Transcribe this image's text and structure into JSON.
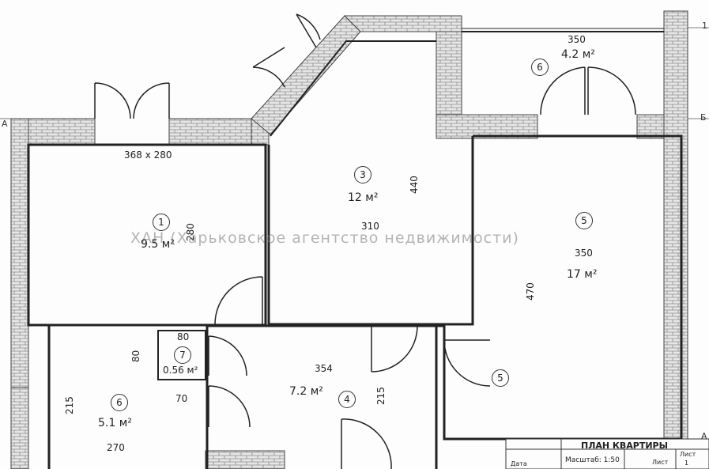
{
  "watermark": "ХАН (Харьковское агентство недвижимости)",
  "rooms": [
    {
      "id": "room-1",
      "number": "1",
      "area": "9.5 м²",
      "dims": "368 x 280",
      "side": "280"
    },
    {
      "id": "room-3",
      "number": "3",
      "area": "12 м²",
      "dim_h": "310",
      "dim_v": "440"
    },
    {
      "id": "room-5",
      "number": "5",
      "area": "17 м²",
      "dim_h": "350",
      "dim_v": "470"
    },
    {
      "id": "room-6-balcony",
      "number": "6",
      "area": "4.2 м²",
      "dim_h": "350"
    },
    {
      "id": "room-7",
      "number": "7",
      "area": "0.56 м²",
      "dim_h": "80"
    },
    {
      "id": "room-4",
      "number": "4",
      "area": "7.2 м²",
      "dim_h": "354",
      "dim_v": "215"
    },
    {
      "id": "room-6-lower",
      "number": "6",
      "area": "5.1 м²",
      "dim_h": "270",
      "dim_v": "215",
      "dim_a": "80",
      "dim_b": "70"
    },
    {
      "id": "room-5-corridor",
      "number": "5"
    }
  ],
  "axes": {
    "a_left": "А",
    "b_right": "Б",
    "a_right": "А",
    "one_top": "1"
  },
  "stamp": {
    "title": "ПЛАН КВАРТИРЫ",
    "scale": "Масштаб: 1:50",
    "date": "Дата",
    "sheet_label": "Лист",
    "sheet_no": "1",
    "sheets": "Лист"
  }
}
